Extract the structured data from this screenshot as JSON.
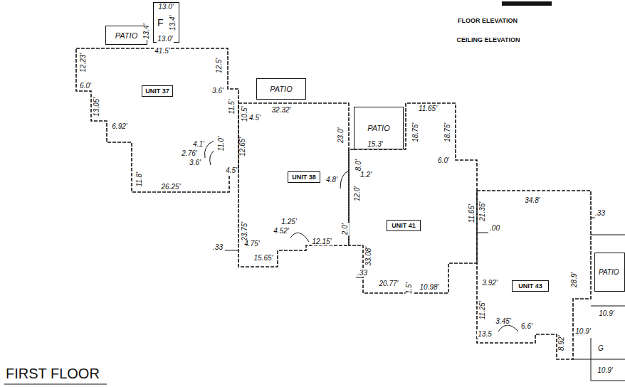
{
  "diagram": {
    "title": "FIRST FLOOR",
    "nodes": [
      {
        "text": [
          "PATIO"
        ]
      },
      {
        "text": [
          "F"
        ]
      },
      {
        "text": [
          "PATIO"
        ]
      },
      {
        "text": [
          "UNIT 37"
        ]
      },
      {
        "text": [
          "UNIT 38"
        ]
      },
      {
        "text": [
          "PATIO"
        ]
      },
      {
        "text": [
          "UNIT 41"
        ]
      },
      {
        "text": [
          "UNIT 43"
        ]
      },
      {
        "text": [
          "PATIO"
        ]
      }
    ],
    "labels": [
      "FLOOR ELEVATION",
      "CEILING ELEVATION",
      "13.0'",
      "13.4'",
      "13.4'",
      "13.0'",
      "41.5'",
      "12.23'",
      "12.5'",
      "6.0'",
      "13.05'",
      "3.6'",
      "6.92'",
      "11.5'",
      "10.5'",
      "4.5'",
      "11.0'",
      "12.65'",
      "4.1'",
      "2.76'",
      "3.6'",
      "4.5'",
      "11.8'",
      "26.25'",
      "32.32'",
      "23.0'",
      "8.0'",
      "1.2'",
      "4.8'",
      "12.0'",
      "1.25'",
      "4.52'",
      "12.15'",
      "2.0'",
      "23.75'",
      ".33",
      "4.75'",
      "15.65'",
      "11.65'",
      "18.75'",
      "18.75'",
      "15.3'",
      "6.0'",
      "11.65'",
      "21.35'",
      ".00",
      "33.08'",
      ".33",
      "20.77'",
      "1.5'",
      "10.98'",
      "34.8'",
      ".33",
      "28.9'",
      "3.92'",
      "11.25'",
      "3.45'",
      "6.6'",
      "13.5",
      "8.92'",
      "10.9'",
      "10.9'",
      "G",
      "10.9'"
    ]
  }
}
